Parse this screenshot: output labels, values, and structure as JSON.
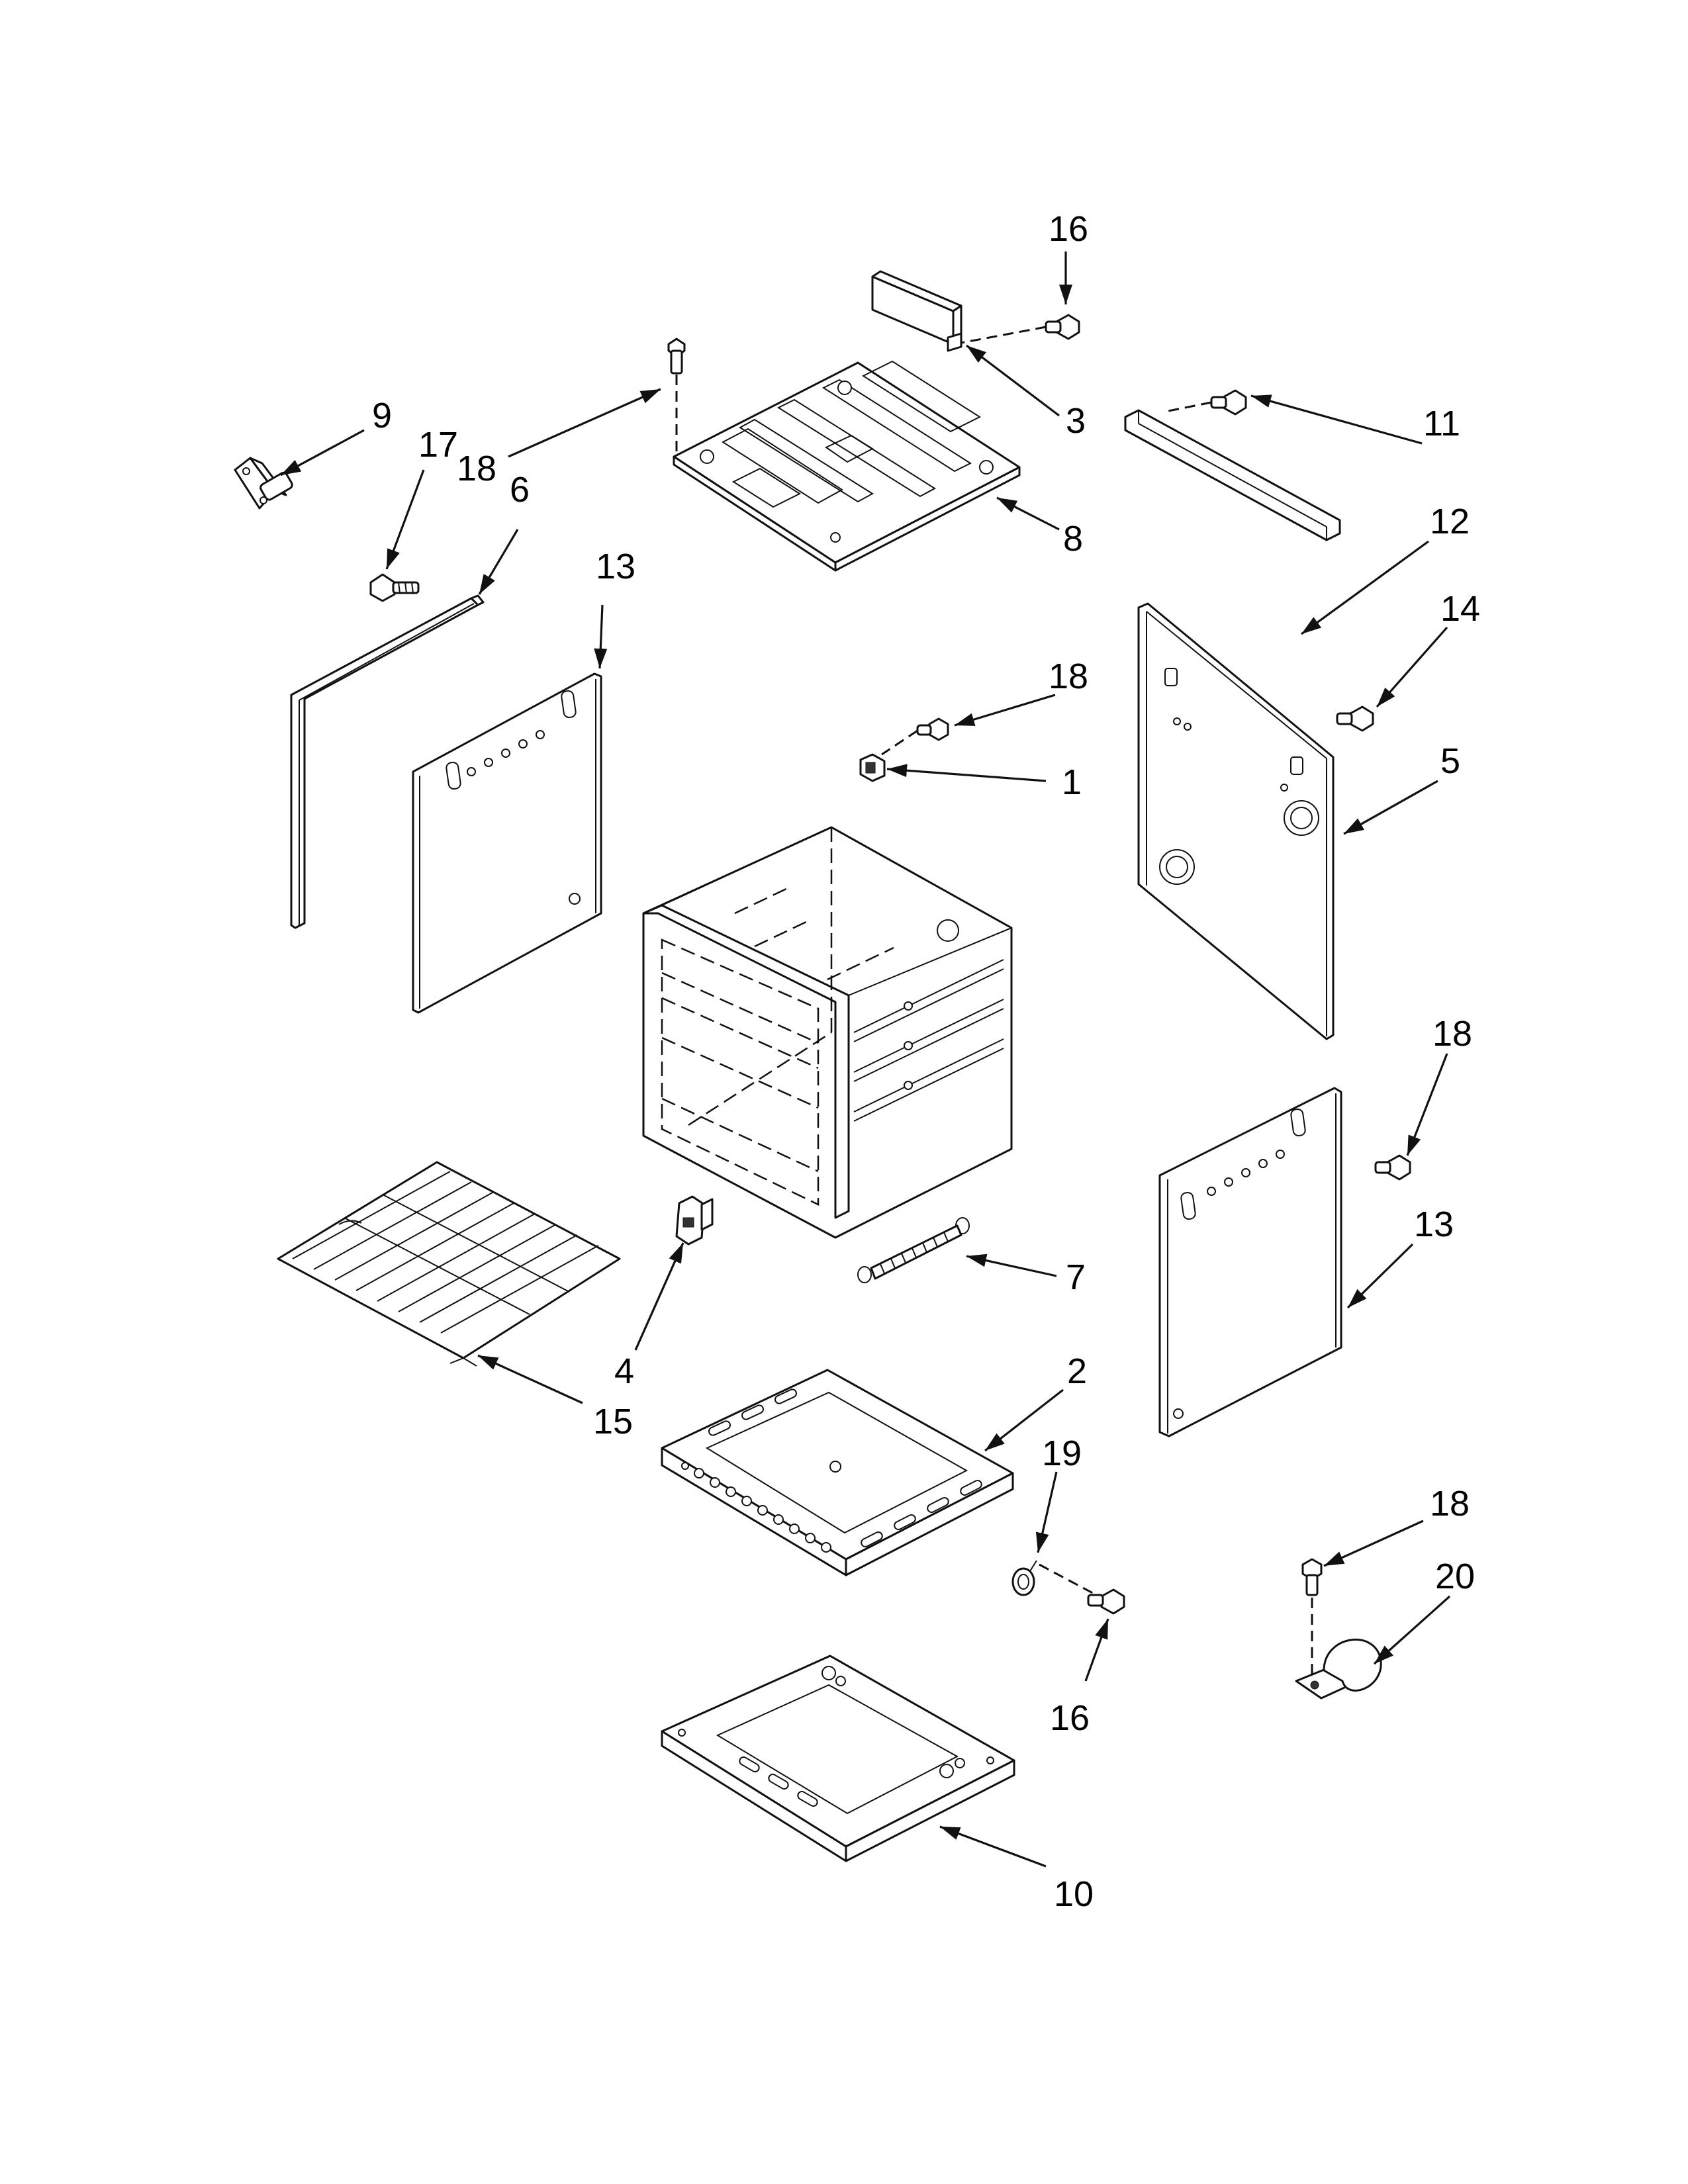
{
  "callouts": {
    "c1": "1",
    "c2": "2",
    "c3": "3",
    "c4": "4",
    "c5": "5",
    "c6": "6",
    "c7": "7",
    "c8": "8",
    "c9": "9",
    "c10": "10",
    "c11": "11",
    "c12": "12",
    "c13a": "13",
    "c13b": "13",
    "c14": "14",
    "c15": "15",
    "c16a": "16",
    "c16b": "16",
    "c17": "17",
    "c18a": "18",
    "c18b": "18",
    "c18c": "18",
    "c18d": "18",
    "c19": "19",
    "c20": "20"
  },
  "colors": {
    "line": "#111111",
    "background": "#ffffff"
  }
}
